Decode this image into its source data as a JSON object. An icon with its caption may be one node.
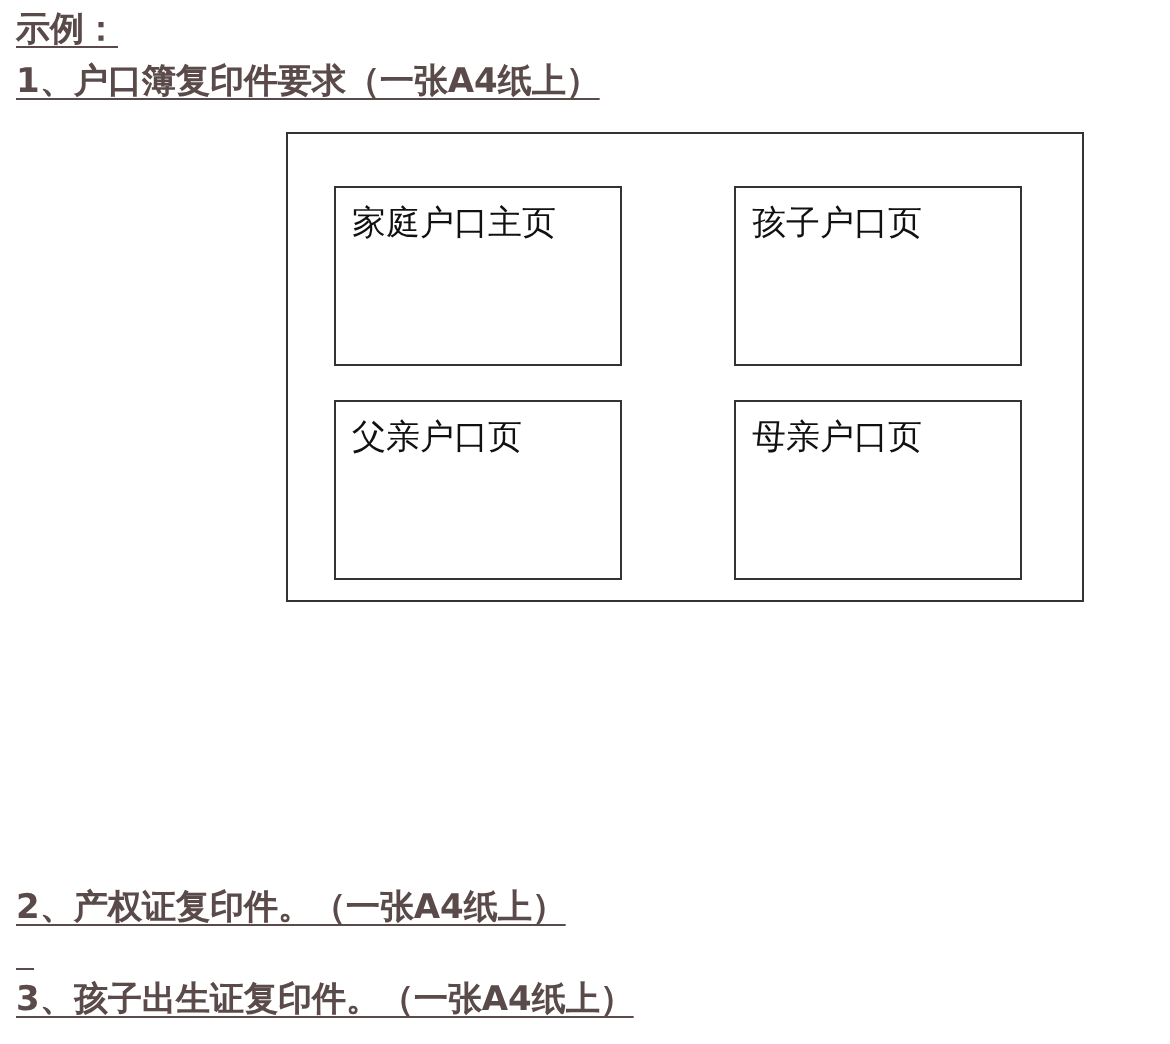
{
  "diagram": {
    "nodes": [
      {
        "text": [],
        "shape": "box"
      },
      {
        "text": [
          "家庭户口主页"
        ],
        "in": 0
      },
      {
        "text": [
          "孩子户口页"
        ],
        "in": 0
      },
      {
        "text": [
          "父亲户口页"
        ],
        "in": 0
      },
      {
        "text": [
          "母亲户口页"
        ],
        "in": 0
      }
    ],
    "labels": [
      "示例：",
      "1、户口簿复印件要求（一张A4纸上）",
      "2、产权证复印件。（一张A4纸上）",
      "3、孩子出生证复印件。（一张A4纸上）"
    ]
  }
}
